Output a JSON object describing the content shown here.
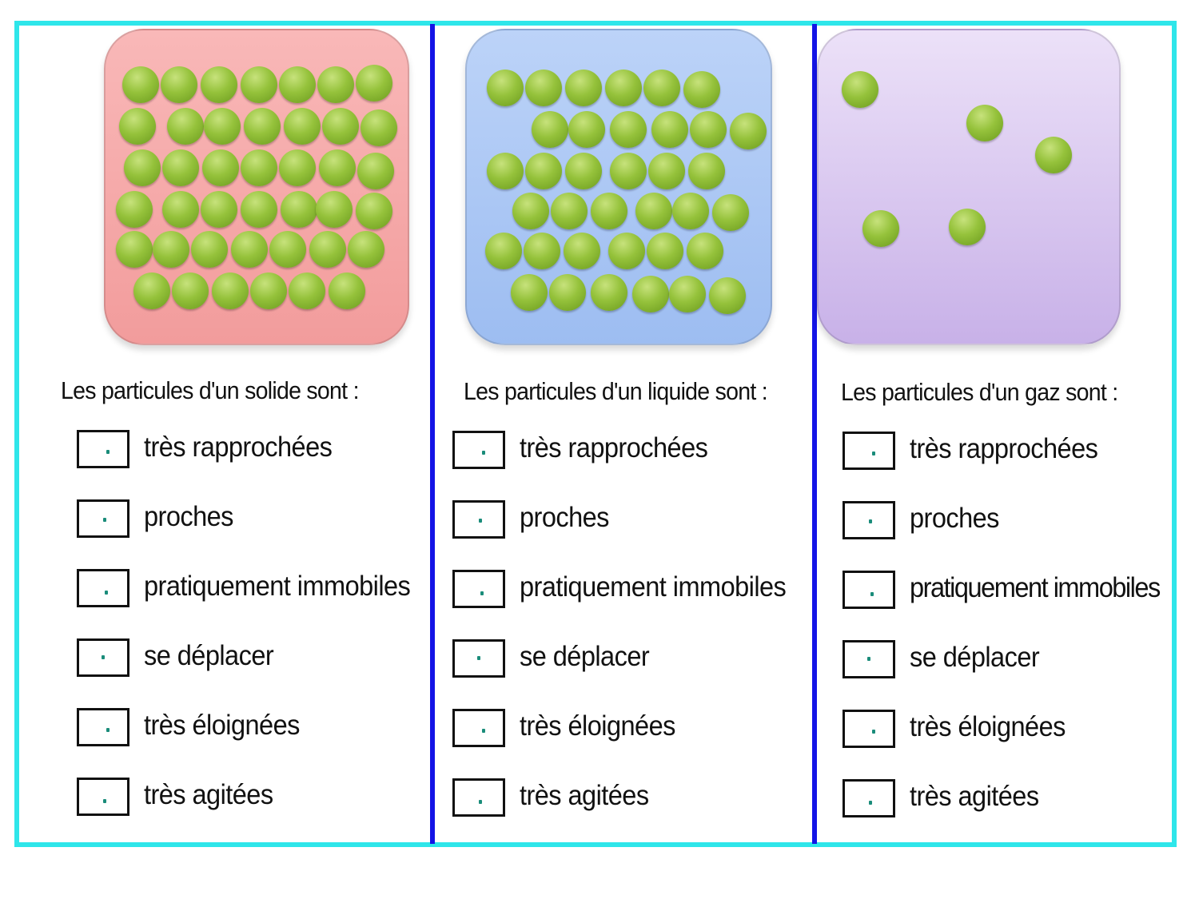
{
  "colors": {
    "frame": "#2ee6ea",
    "divider": "#1414e6",
    "particle": "#8dbb35",
    "solid_panel": "#f5a6a6",
    "liquid_panel": "#a9c6f4",
    "gas_panel": "#d7c3ef"
  },
  "icons": {
    "particle": "green-sphere-icon",
    "checkbox": "empty-checkbox-icon"
  },
  "columns": [
    {
      "state": "solid",
      "heading": "Les particules d'un solide sont :",
      "options": [
        "très rapprochées",
        "proches",
        "pratiquement immobiles",
        "se déplacer",
        "très éloignées",
        "très agitées"
      ]
    },
    {
      "state": "liquid",
      "heading": "Les particules d'un liquide sont :",
      "options": [
        "très rapprochées",
        "proches",
        "pratiquement immobiles",
        "se déplacer",
        "très éloignées",
        "très agitées"
      ]
    },
    {
      "state": "gas",
      "heading": "Les particules d'un gaz sont :",
      "options": [
        "très rapprochées",
        "proches",
        "pratiquement immobiles",
        "se déplacer",
        "très éloignées",
        "très agitées"
      ]
    }
  ]
}
